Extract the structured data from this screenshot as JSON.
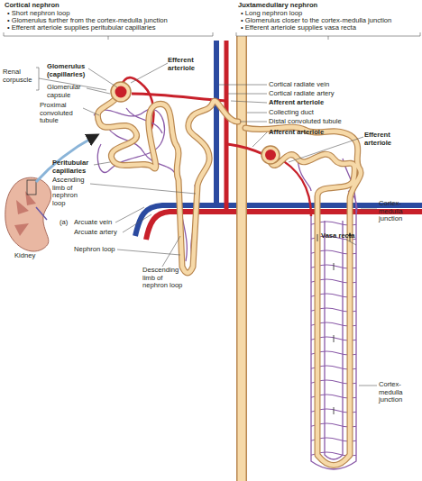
{
  "diagram": {
    "labels": [
      "Cortical nephron",
      "• Short nephron loop",
      "• Glomerulus further from the cortex-medulla junction",
      "• Efferent arteriole supplies peritubular capillaries",
      "Juxtamedullary nephron",
      "• Long nephron loop",
      "• Glomerulus closer to the cortex-medulla junction",
      "• Efferent arteriole supplies vasa recta",
      "Renal corpuscle",
      "Glomerulus (capillaries)",
      "Glomerular capsule",
      "Proximal convoluted tubule",
      "Efferent arteriole",
      "Cortical radiate vein",
      "Cortical radiate artery",
      "Afferent arteriole",
      "Collecting duct",
      "Distal convoluted tubule",
      "Afferent arteriole",
      "Efferent arteriole",
      "Peritubular capillaries",
      "Ascending limb of nephron loop",
      "Kidney",
      "(a)",
      "Arcuate vein",
      "Arcuate artery",
      "Nephron loop",
      "Descending limb of nephron loop",
      "Cortex-medulla junction",
      "Vasa recta",
      "Cortex-medulla junction"
    ]
  }
}
